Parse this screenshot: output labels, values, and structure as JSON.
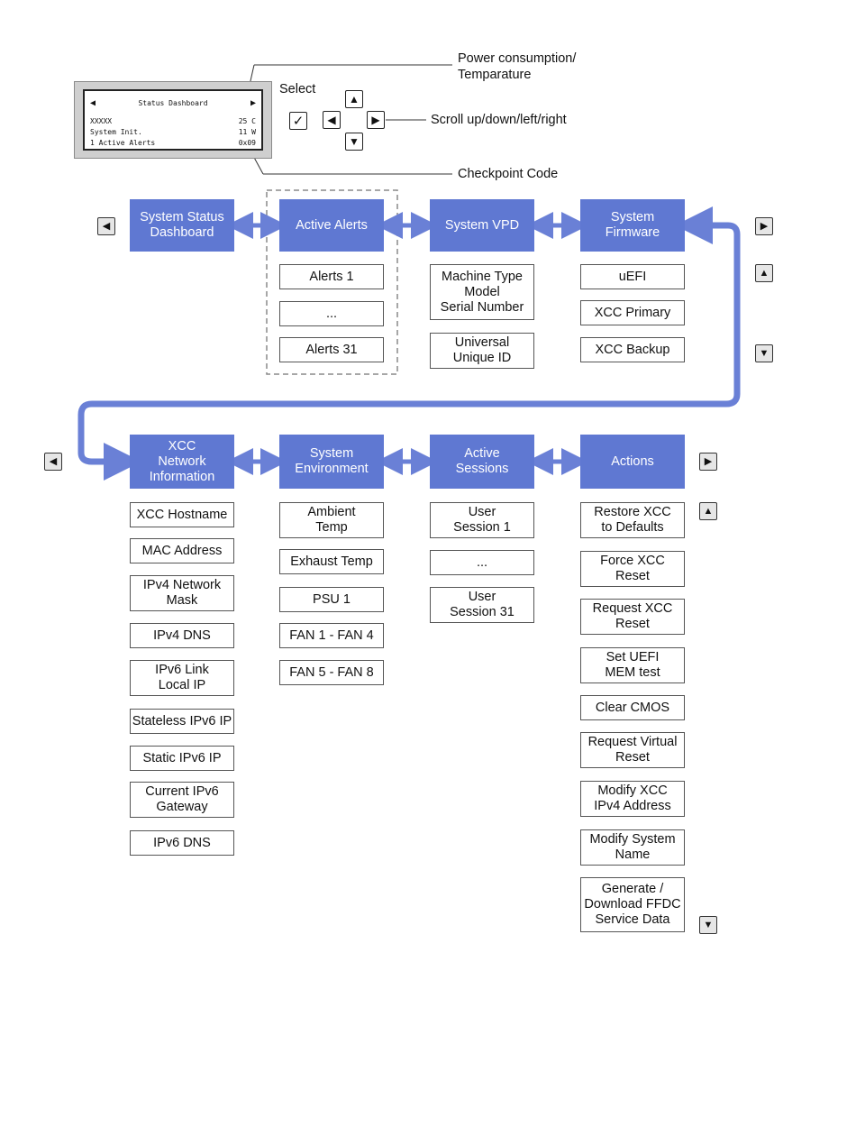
{
  "lcd": {
    "title": "Status Dashboard",
    "rows": [
      {
        "left": "XXXXX",
        "right": "25 C"
      },
      {
        "left": "System Init.",
        "right": "11 W"
      },
      {
        "left": "1 Active Alerts",
        "right": "0x09"
      }
    ]
  },
  "callouts": {
    "select": "Select",
    "power": "Power consumption/\nTemparature",
    "scroll": "Scroll up/down/left/right",
    "checkpoint": "Checkpoint Code"
  },
  "menu_row1": {
    "system_status": "System Status\nDashboard",
    "active_alerts": "Active Alerts",
    "alerts_items": [
      "Alerts 1",
      "...",
      "Alerts 31"
    ],
    "system_vpd": "System VPD",
    "vpd_items": [
      "Machine Type\nModel\nSerial Number",
      "Universal\nUnique ID"
    ],
    "system_firmware": "System\nFirmware",
    "firmware_items": [
      "uEFI",
      "XCC Primary",
      "XCC Backup"
    ]
  },
  "menu_row2": {
    "xcc_network": "XCC\nNetwork\nInformation",
    "network_items": [
      "XCC Hostname",
      "MAC Address",
      "IPv4 Network\nMask",
      "IPv4 DNS",
      "IPv6 Link\nLocal IP",
      "Stateless IPv6 IP",
      "Static IPv6 IP",
      "Current IPv6\nGateway",
      "IPv6 DNS"
    ],
    "system_environment": "System\nEnvironment",
    "environment_items": [
      "Ambient\nTemp",
      "Exhaust Temp",
      "PSU 1",
      "FAN 1 - FAN 4",
      "FAN 5 - FAN 8"
    ],
    "active_sessions": "Active\nSessions",
    "session_items": [
      "User\nSession 1",
      "...",
      "User\nSession 31"
    ],
    "actions": "Actions",
    "action_items": [
      "Restore XCC\nto Defaults",
      "Force XCC\nReset",
      "Request XCC\nReset",
      "Set UEFI\nMEM test",
      "Clear CMOS",
      "Request Virtual\nReset",
      "Modify XCC\nIPv4 Address",
      "Modify System\nName",
      "Generate /\nDownload FFDC\nService Data"
    ]
  },
  "colors": {
    "header_fill": "#5f78d2",
    "connector": "#6a80d6",
    "dashed_border": "#8a8a8a"
  },
  "icons": {
    "left": "triangle-left-icon",
    "right": "triangle-right-icon",
    "up": "triangle-up-icon",
    "down": "triangle-down-icon",
    "select": "checkmark-icon"
  }
}
